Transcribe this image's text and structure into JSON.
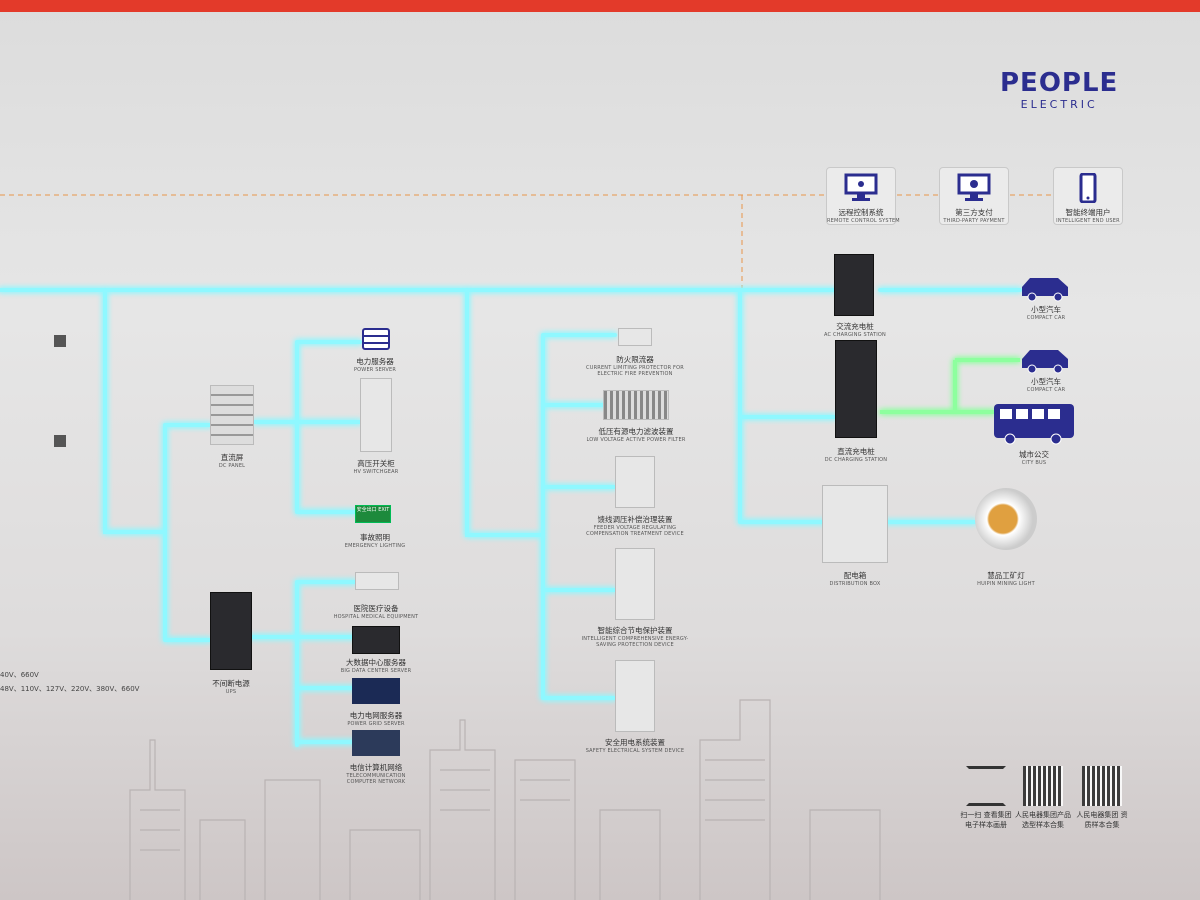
{
  "brand": {
    "name": "PEOPLE",
    "sub": "ELECTRIC"
  },
  "top_tiles": [
    {
      "cn": "远程控制系统",
      "en": "REMOTE CONTROL SYSTEM",
      "icon": "monitor-eye-icon"
    },
    {
      "cn": "第三方支付",
      "en": "THIRD-PARTY PAYMENT",
      "icon": "monitor-payment-icon"
    },
    {
      "cn": "智能终端用户",
      "en": "INTELLIGENT END USER",
      "icon": "smartphone-icon"
    }
  ],
  "left_devices": {
    "dc_panel": {
      "cn": "直流屏",
      "en": "DC PANEL"
    },
    "ups": {
      "cn": "不间断电源",
      "en": "UPS"
    }
  },
  "dc_branch": [
    {
      "cn": "电力服务器",
      "en": "POWER SERVER"
    },
    {
      "cn": "高压开关柜",
      "en": "HV SWITCHGEAR"
    },
    {
      "cn": "事故照明",
      "en": "EMERGENCY LIGHTING",
      "sign": "安全出口 EXIT"
    }
  ],
  "ups_branch": [
    {
      "cn": "医院医疗设备",
      "en": "HOSPITAL MEDICAL EQUIPMENT"
    },
    {
      "cn": "大数据中心服务器",
      "en": "BIG DATA CENTER SERVER"
    },
    {
      "cn": "电力电网服务器",
      "en": "POWER GRID SERVER"
    },
    {
      "cn": "电信计算机网络",
      "en": "TELECOMMUNICATION COMPUTER NETWORK"
    }
  ],
  "middle_branch": [
    {
      "cn": "防火限流器",
      "en": "CURRENT LIMITING PROTECTOR FOR ELECTRIC FIRE PREVENTION"
    },
    {
      "cn": "低压有源电力滤波装置",
      "en": "LOW VOLTAGE ACTIVE POWER FILTER"
    },
    {
      "cn": "馈线调压补偿治理装置",
      "en": "FEEDER VOLTAGE REGULATING COMPENSATION TREATMENT DEVICE"
    },
    {
      "cn": "智能综合节电保护装置",
      "en": "INTELLIGENT COMPREHENSIVE ENERGY-SAVING PROTECTION DEVICE"
    },
    {
      "cn": "安全用电系统装置",
      "en": "SAFETY ELECTRICAL SYSTEM DEVICE"
    }
  ],
  "right_devices": [
    {
      "cn": "交流充电桩",
      "en": "AC CHARGING STATION"
    },
    {
      "cn": "直流充电桩",
      "en": "DC CHARGING STATION"
    },
    {
      "cn": "配电箱",
      "en": "DISTRIBUTION BOX"
    }
  ],
  "end_users": [
    {
      "cn": "小型汽车",
      "en": "COMPACT CAR"
    },
    {
      "cn": "小型汽车",
      "en": "COMPACT CAR"
    },
    {
      "cn": "城市公交",
      "en": "CITY BUS"
    },
    {
      "cn": "慧品工矿灯",
      "en": "HUIPIN MINING LIGHT"
    }
  ],
  "voltages": [
    "40V、660V",
    "48V、110V、127V、220V、380V、660V"
  ],
  "qr_codes": [
    {
      "label": "扫一扫 查看集团 电子样本画册"
    },
    {
      "label": "人民电器集团产品 选型样本合集"
    },
    {
      "label": "人民电器集团 资质样本合集"
    }
  ],
  "colors": {
    "glow": "#7ff6ff",
    "green_glow": "#7dff9a",
    "brand": "#2b2d8f",
    "dash": "#e8954a",
    "top_bar": "#e33a2a"
  }
}
